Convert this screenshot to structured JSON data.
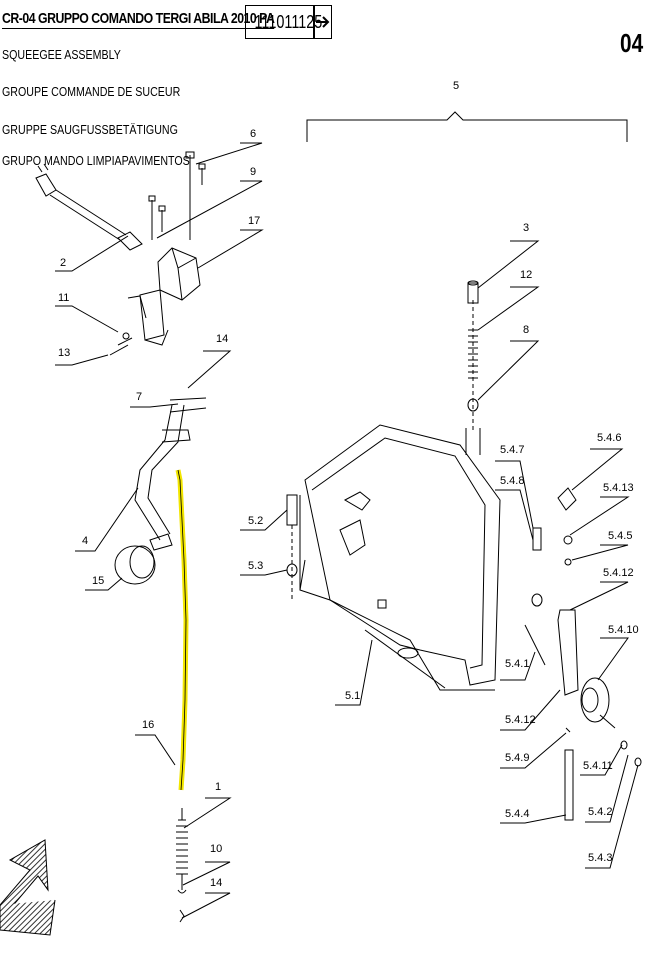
{
  "header": {
    "title": "CR-04 GRUPPO COMANDO TERGI ABILA 2010 PA",
    "subtitles": [
      "SQUEEGEE ASSEMBLY",
      "GROUPE COMMANDE DE SUCEUR",
      "GRUPPE SAUGFUSSBETÄTIGUNG",
      "GRUPO MANDO LIMPIAPAVIMENTOS"
    ],
    "code": "111011125",
    "page_number": "04"
  },
  "labels": {
    "l1": "1",
    "l2": "2",
    "l3": "3",
    "l4": "4",
    "l5": "5",
    "l6": "6",
    "l7": "7",
    "l8": "8",
    "l9": "9",
    "l10": "10",
    "l11": "11",
    "l12": "12",
    "l13": "13",
    "l14a": "14",
    "l14b": "14",
    "l15": "15",
    "l16": "16",
    "l17": "17",
    "l51": "5.1",
    "l52": "5.2",
    "l53": "5.3",
    "l541": "5.4.1",
    "l542": "5.4.2",
    "l543": "5.4.3",
    "l544": "5.4.4",
    "l545": "5.4.5",
    "l546": "5.4.6",
    "l547": "5.4.7",
    "l548": "5.4.8",
    "l549": "5.4.9",
    "l5410": "5.4.10",
    "l5411": "5.4.11",
    "l5412a": "5.4.12",
    "l5412b": "5.4.12",
    "l5413": "5.4.13"
  },
  "colors": {
    "highlight": "#f2e600",
    "line": "#000000",
    "pattern": "#444444"
  }
}
